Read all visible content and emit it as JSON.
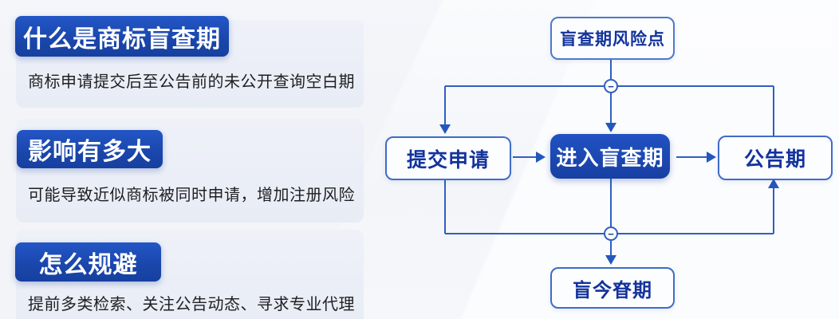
{
  "colors": {
    "primary_blue": "#1b49b2",
    "line_blue": "#2f5fc1",
    "node_text_blue": "#13339b",
    "card_bg": "#eaeef6"
  },
  "left_panel": {
    "sections": [
      {
        "title": "什么是商标盲查期",
        "body": "商标申请提交后至公告前的未公开查询空白期"
      },
      {
        "title": "影响有多大",
        "body": "可能导致近似商标被同时申请，增加注册风险"
      },
      {
        "title": "怎么规避",
        "body": "提前多类检索、关注公告动态、寻求专业代理"
      }
    ]
  },
  "flowchart": {
    "root_label": "盲查期风险点",
    "collapse_glyph": "−",
    "steps": [
      {
        "label": "提交申请",
        "emphasis": false
      },
      {
        "label": "进入盲查期",
        "emphasis": true
      },
      {
        "label": "公告期",
        "emphasis": false
      }
    ],
    "bottom_label": "盲今眘期"
  }
}
